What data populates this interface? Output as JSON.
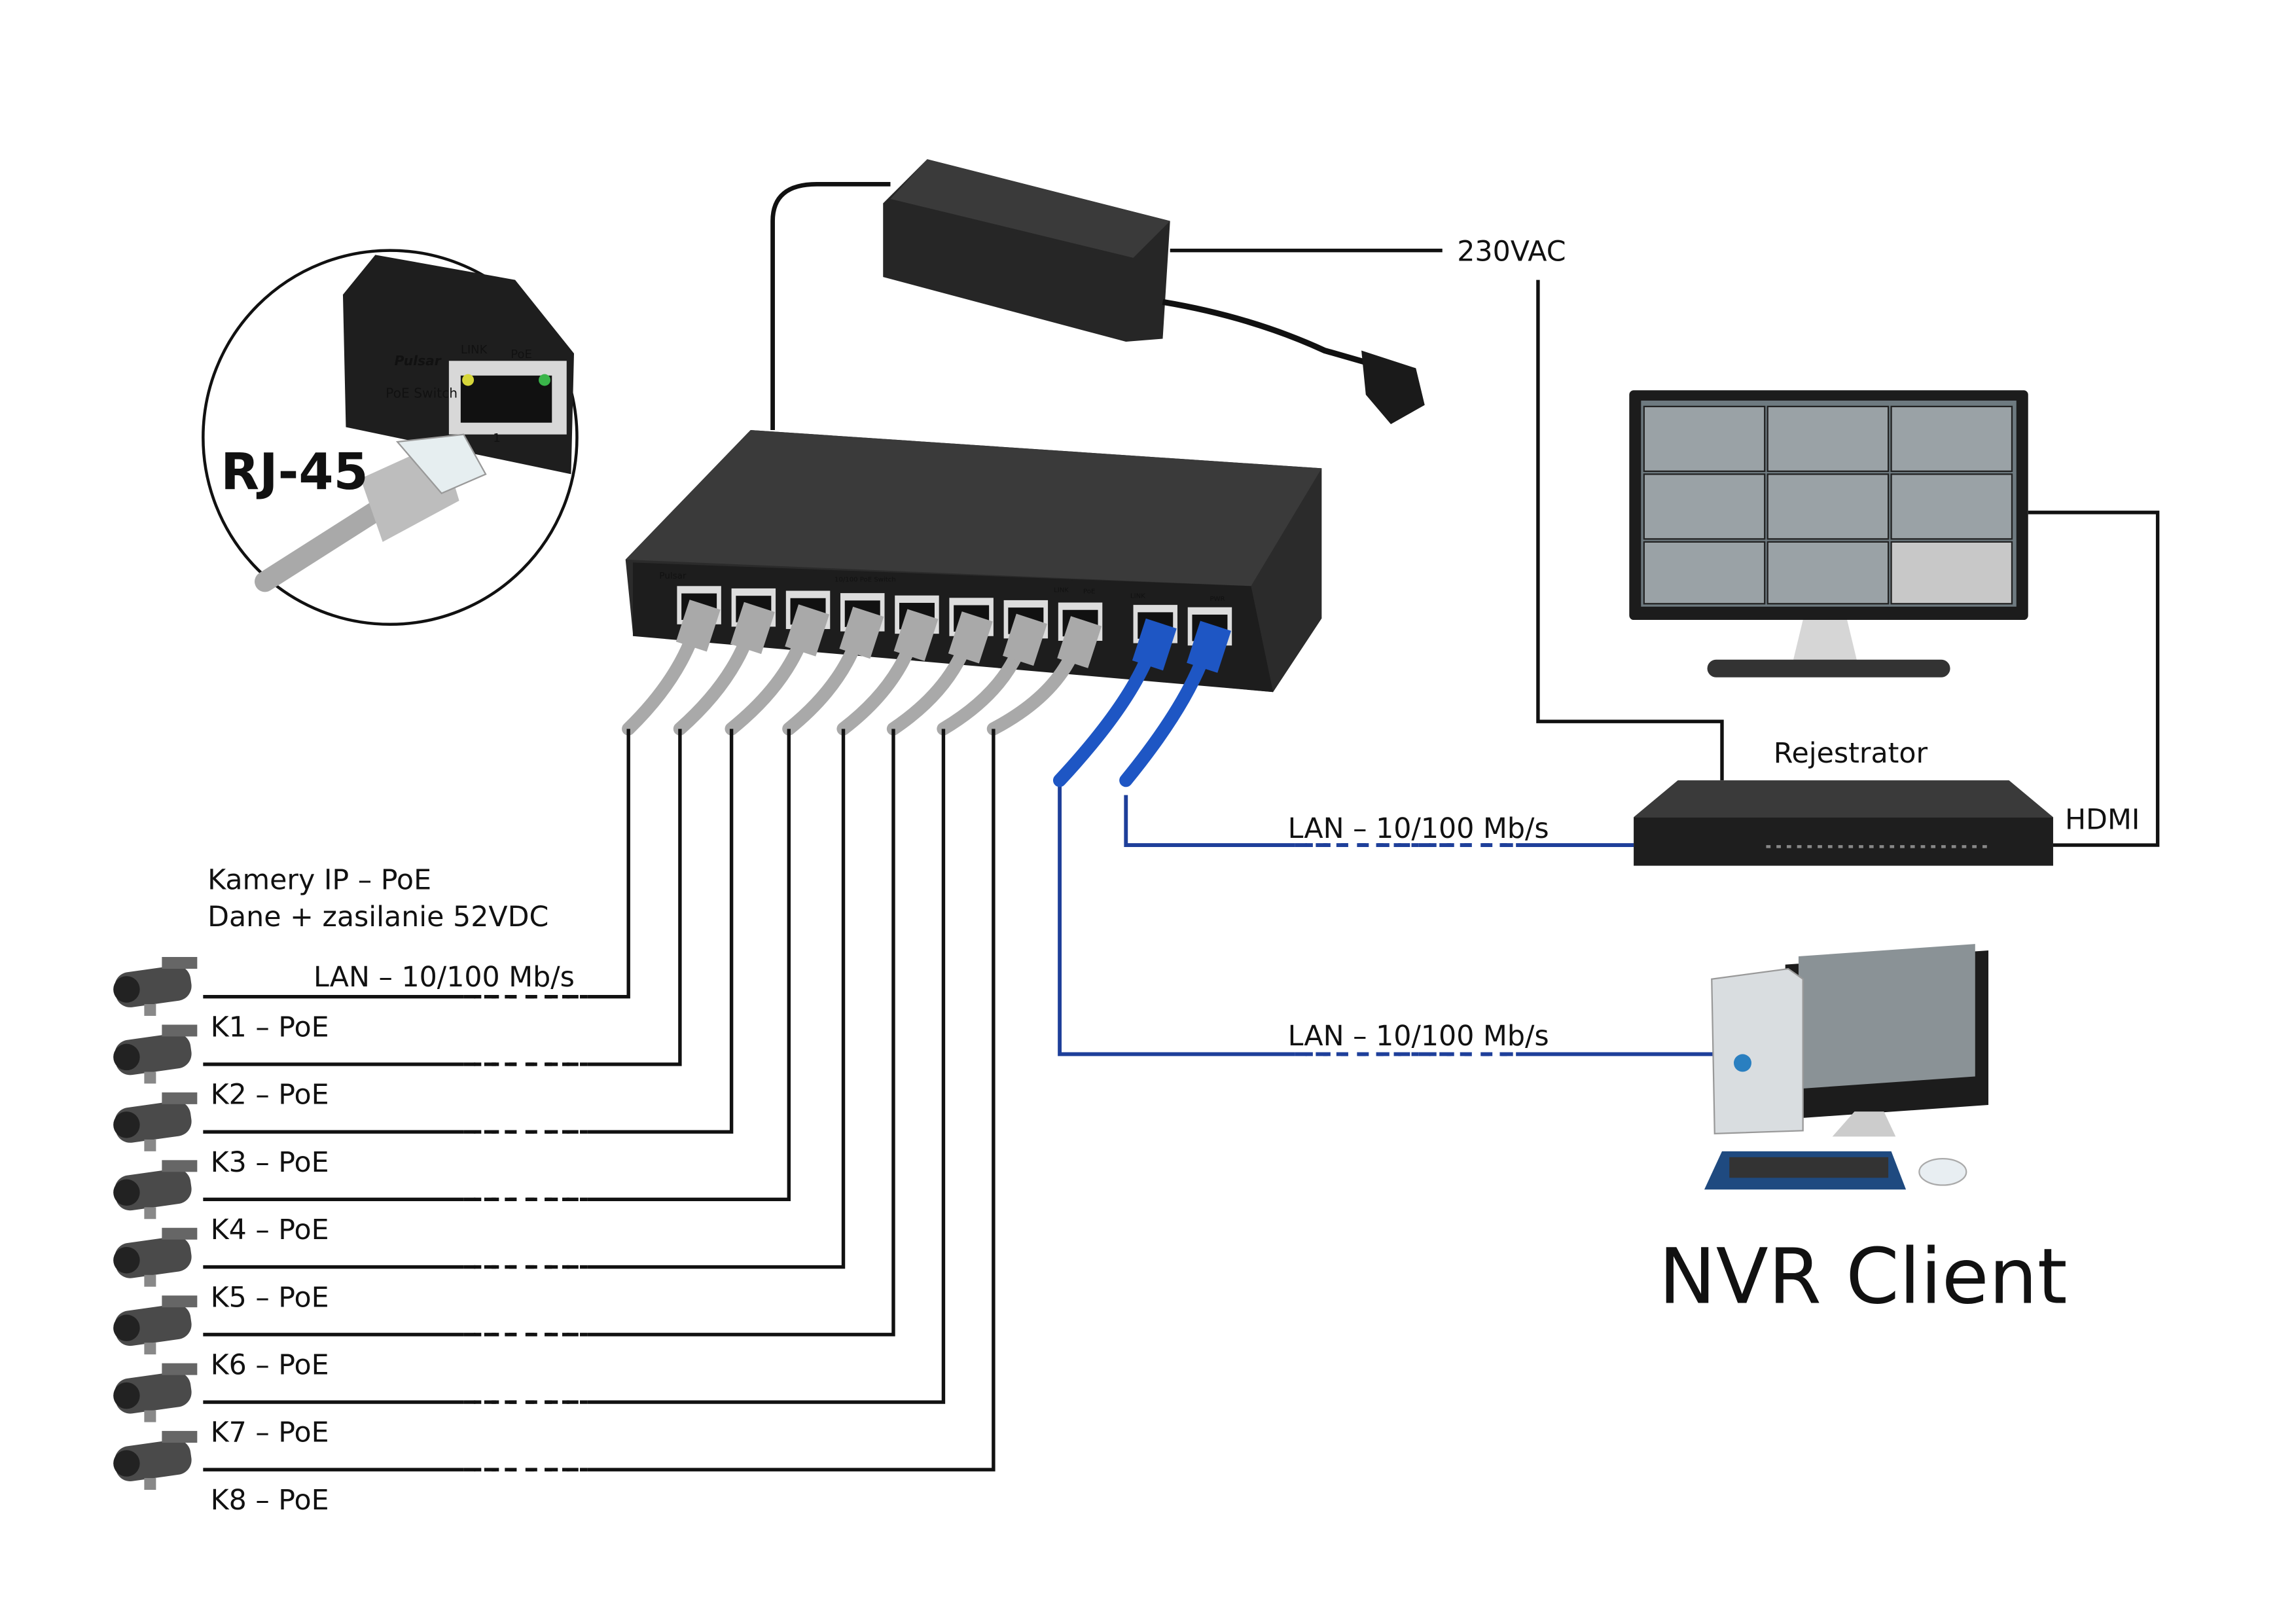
{
  "power": {
    "label": "230VAC"
  },
  "inset": {
    "label": "RJ-45",
    "brand": "Pulsar",
    "device_text": "PoE Switch",
    "led_link": "LINK",
    "led_poe": "PoE",
    "port_number": "1"
  },
  "switch": {
    "brand": "Pulsar",
    "model_text": "10/100 PoE Switch",
    "led_link": "LINK",
    "led_poe": "PoE",
    "uplink_link": "LINK",
    "pwr": "PWR"
  },
  "recorder": {
    "label": "Rejestrator",
    "hdmi_label": "HDMI",
    "lan_label": "LAN – 10/100 Mb/s"
  },
  "client": {
    "label": "NVR Client",
    "lan_label": "LAN – 10/100 Mb/s"
  },
  "cameras": {
    "title": "Kamery IP – PoE",
    "subtitle": "Dane + zasilanie 52VDC",
    "lan_label": "LAN – 10/100 Mb/s",
    "items": [
      "K1 – PoE",
      "K2 – PoE",
      "K3 – PoE",
      "K4 – PoE",
      "K5 – PoE",
      "K6 – PoE",
      "K7 – PoE",
      "K8 – PoE"
    ]
  },
  "colors": {
    "lan_blue": "#1e3f9a",
    "cable_gray": "#a9a9a9",
    "device_black": "#2a2a2a"
  }
}
